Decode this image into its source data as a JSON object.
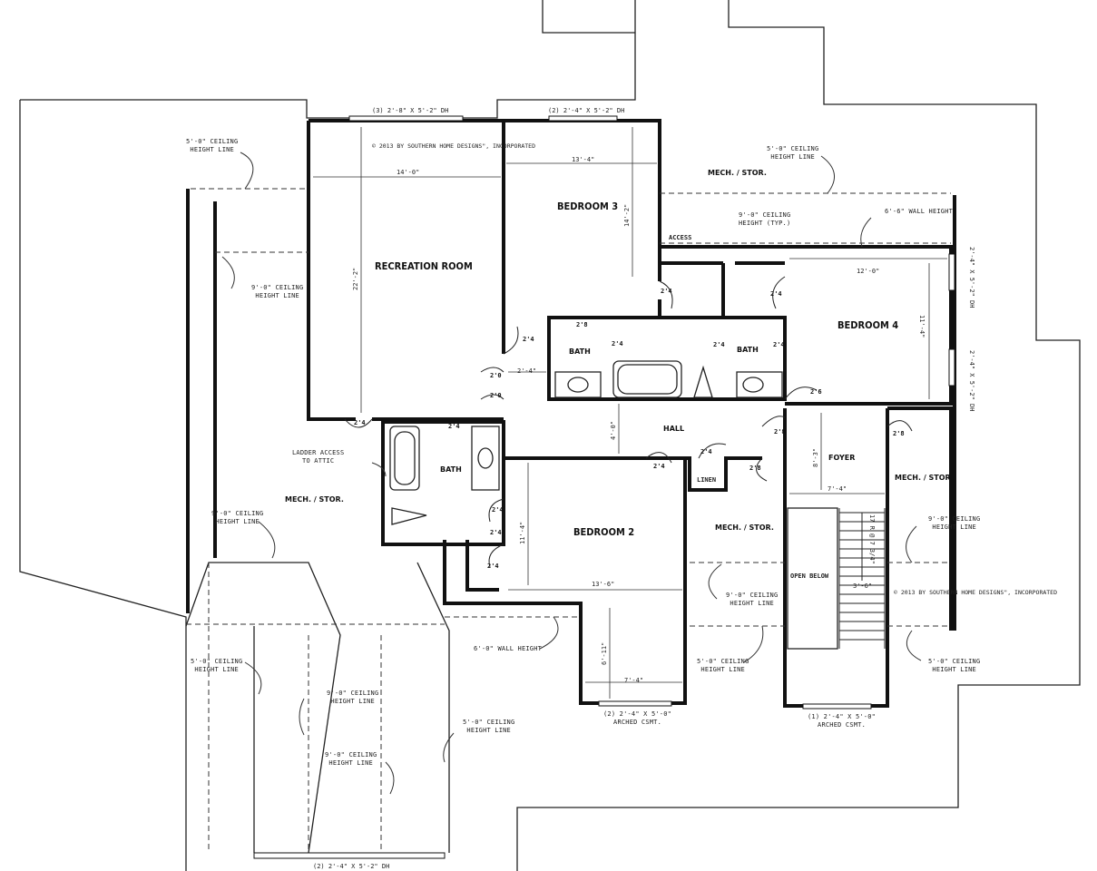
{
  "rooms": {
    "recreation": "RECREATION ROOM",
    "bedroom3": "BEDROOM 3",
    "bedroom4": "BEDROOM 4",
    "bedroom2": "BEDROOM 2",
    "bath_a": "BATH",
    "bath_b": "BATH",
    "bath_c": "BATH",
    "hall": "HALL",
    "foyer": "FOYER",
    "linen": "LINEN",
    "access": "ACCESS",
    "open_below": "OPEN BELOW",
    "mech_top": "MECH. / STOR.",
    "mech_left": "MECH. / STOR.",
    "mech_mid": "MECH. / STOR.",
    "mech_right": "MECH. / STOR."
  },
  "notes": {
    "ceil5_topleft": "5'-0\" CEILING\nHEIGHT LINE",
    "ceil5_topright": "5'-0\" CEILING\nHEIGHT LINE",
    "ceil9_left": "9'-0\" CEILING\nHEIGHT LINE",
    "ceil9_typ": "9'-0\" CEILING\nHEIGHT (TYP.)",
    "wall6_top": "6'-6\" WALL HEIGHT",
    "ladder": "LADDER ACCESS\nTO ATTIC",
    "ceil9_mechleft": "9'-0\" CEILING\nHEIGHT LINE",
    "ceil9_right": "9'-0\" CEILING\nHEIGHT LINE",
    "ceil9_mid": "9'-0\" CEILING\nHEIGHT LINE",
    "wall6_mid": "6'-0\" WALL HEIGHT",
    "ceil5_bl": "5'-0\" CEILING\nHEIGHT LINE",
    "ceil5_mid": "5'-0\" CEILING\nHEIGHT LINE",
    "ceil5_br": "5'-0\" CEILING\nHEIGHT LINE",
    "ceil9_bot1": "9'-0\" CEILING\nHEIGHT LINE",
    "ceil5_bot": "5'-0\" CEILING\nHEIGHT LINE",
    "ceil9_bot2": "9'-0\" CEILING\nHEIGHT LINE"
  },
  "copyright": {
    "top": "© 2013 BY SOUTHERN HOME DESIGNS\", INCORPORATED",
    "right": "© 2013 BY SOUTHERN HOME DESIGNS\", INCORPORATED"
  },
  "windows": {
    "rec_top": "(3) 2'-8\" X 5'-2\" DH",
    "bed3_top": "(2) 2'-4\" X 5'-2\" DH",
    "bed4_a": "2'-4\" X 5'-2\" DH",
    "bed4_b": "2'-4\" X 5'-2\" DH",
    "bed2_bot": "(2) 2'-4\" X 5'-0\"\nARCHED CSMT.",
    "foyer_bot": "(1) 2'-4\" X 5'-0\"\nARCHED CSMT.",
    "bottom": "(2) 2'-4\" X 5'-2\" DH"
  },
  "dims": {
    "rec_w": "14'-0\"",
    "rec_h": "22'-2\"",
    "bed3_w": "13'-4\"",
    "bed3_h": "14'-2\"",
    "bed4_w": "12'-0\"",
    "bed4_h": "11'-4\"",
    "bed2_w": "13'-6\"",
    "bed2_h": "11'-4\"",
    "bed2_alcove_w": "7'-4\"",
    "bed2_alcove_h": "6'-11\"",
    "hall_h": "4'-0\"",
    "bath_w": "2'-4\"",
    "foyer_h": "8'-3\"",
    "foyer_w": "7'-4\"",
    "stair_r": "17 R @ 7 3/4\"",
    "stair_w": "3'-6\""
  },
  "doors": {
    "d1": "2'4",
    "d2": "2'8",
    "d3": "2'4",
    "d4": "2'4",
    "d5": "2'0",
    "d6": "2'0",
    "d7": "2'4",
    "d8": "2'4",
    "d9": "2'4",
    "d10": "2'4",
    "d11": "2'4",
    "d12": "2'4",
    "d13": "2'4",
    "d14": "2'6",
    "d15": "2'8",
    "d16": "2'8",
    "d17": "2'4",
    "d18": "2'8",
    "d19": "2'4",
    "d20": "2'4"
  }
}
